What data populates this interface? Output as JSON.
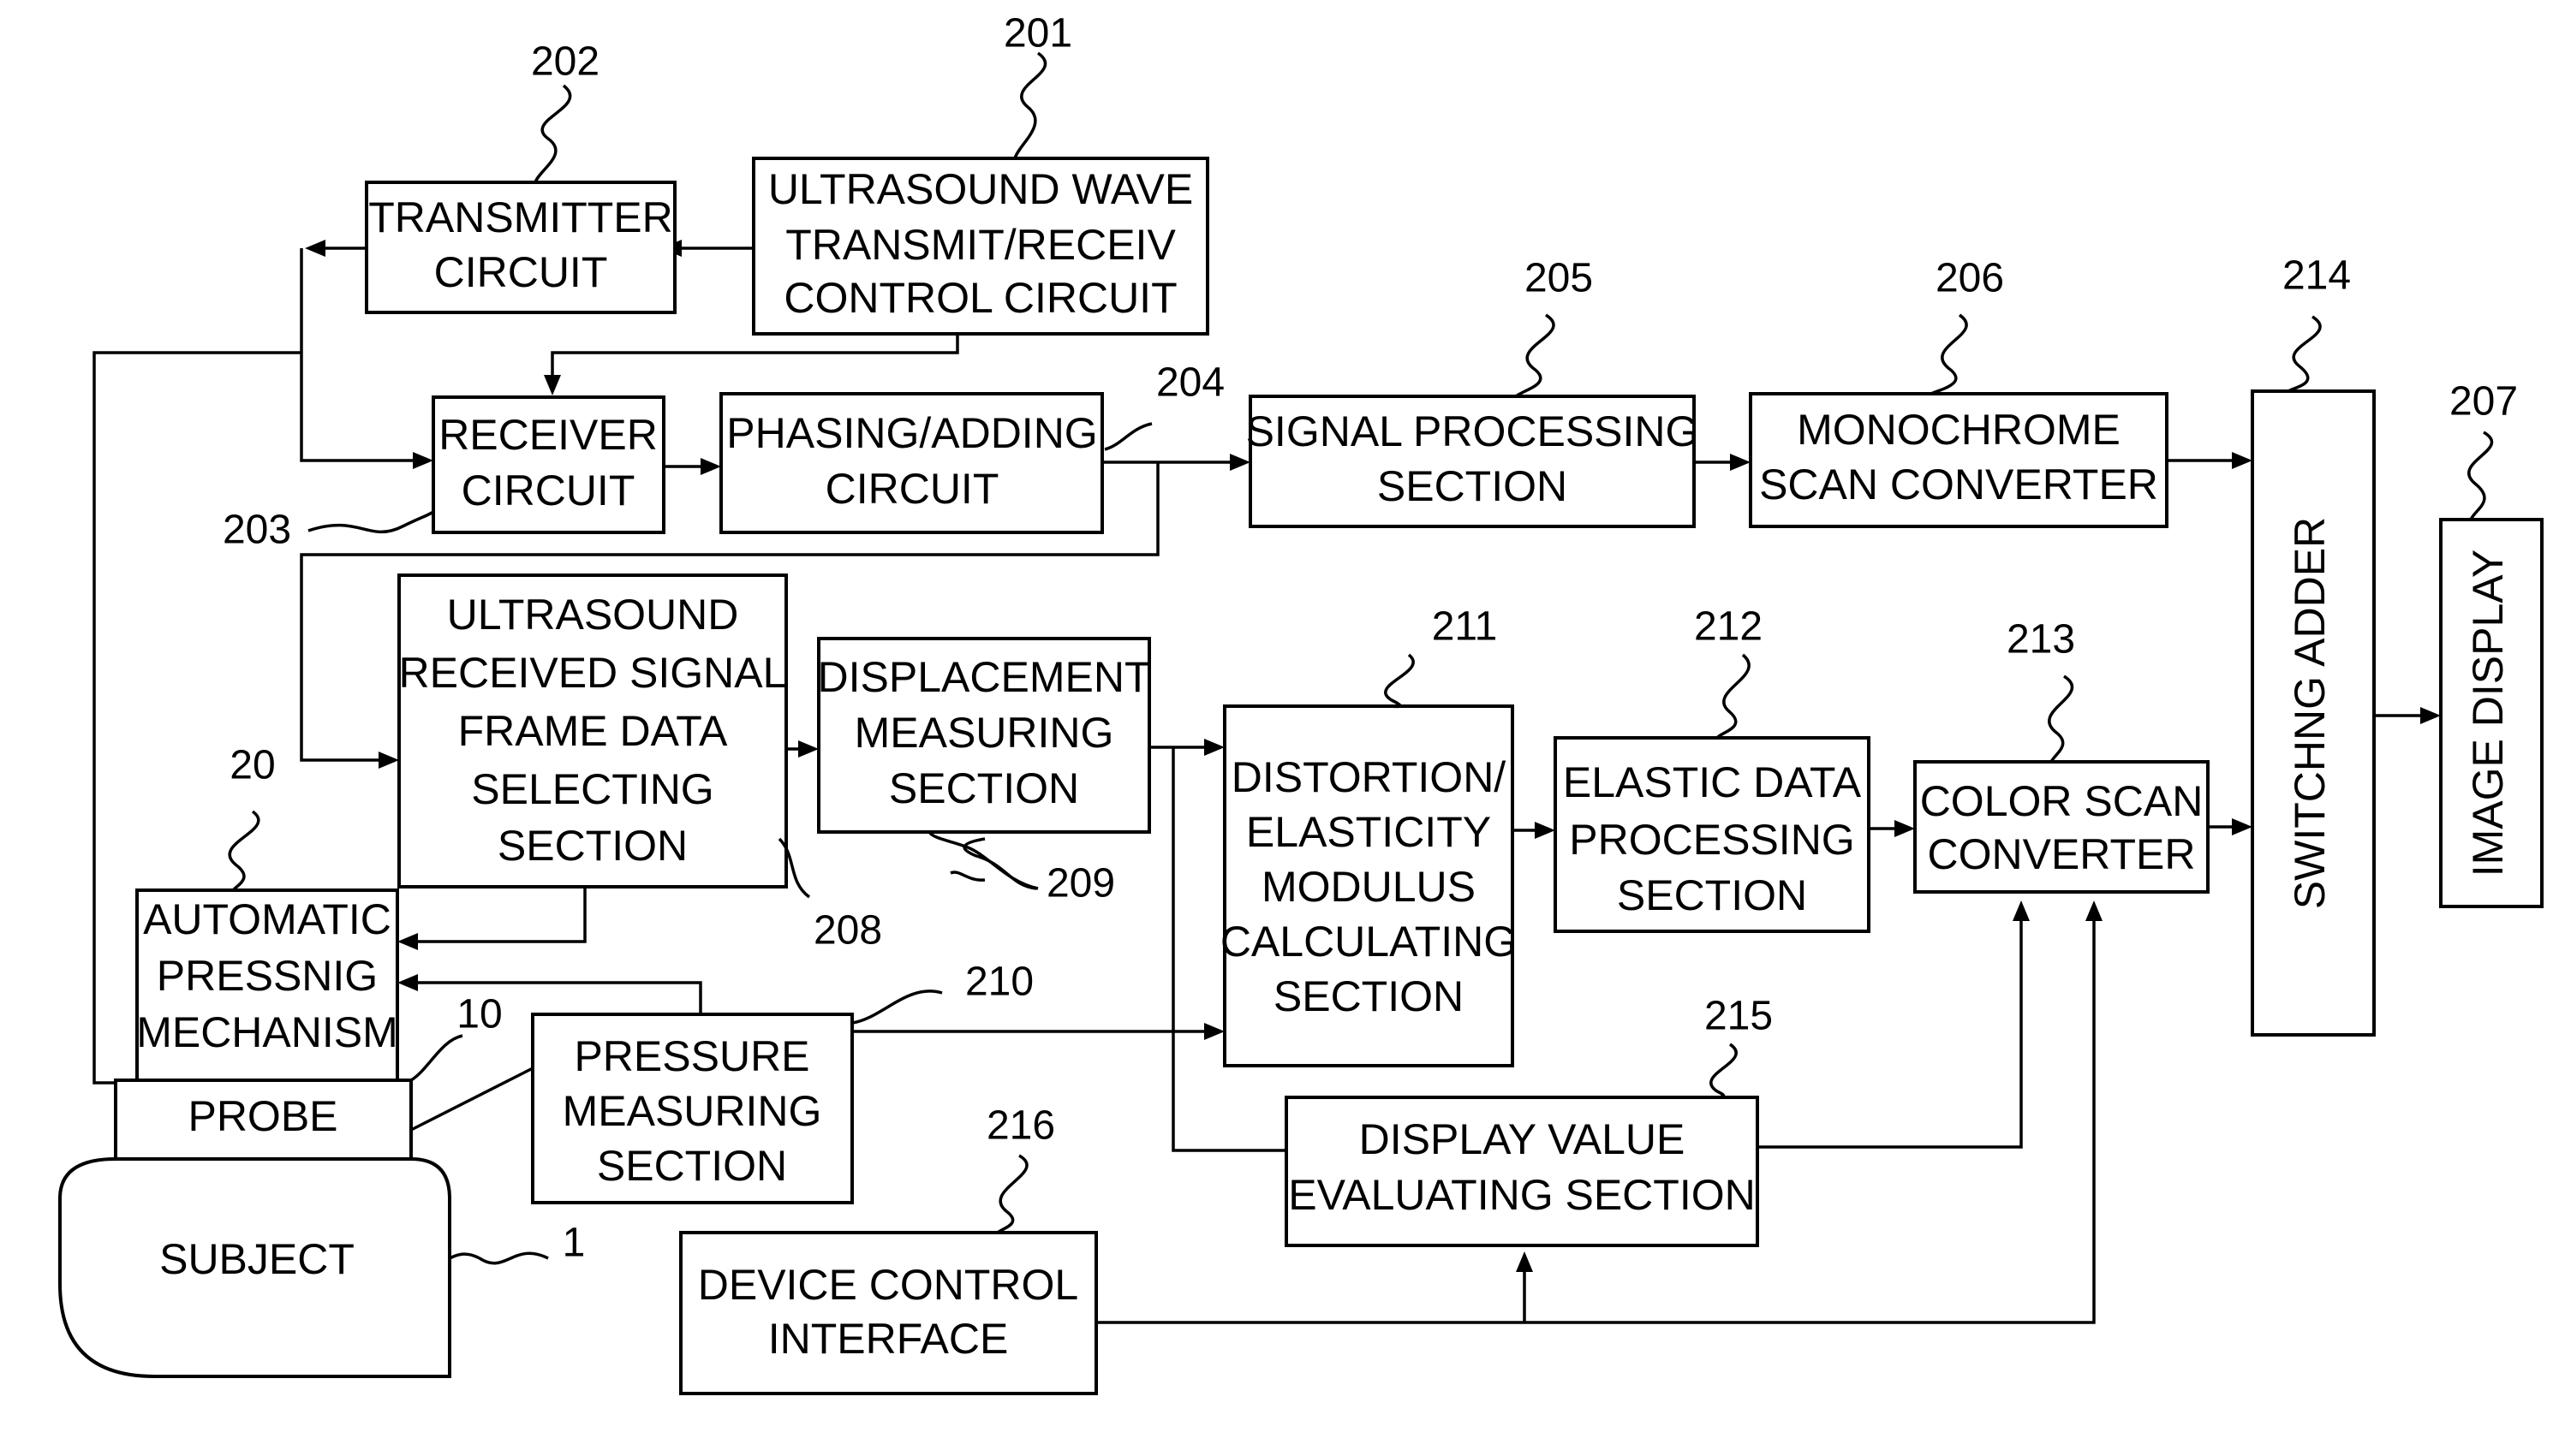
{
  "blocks": {
    "transmitter": {
      "ref": "202",
      "lines": [
        "TRANSMITTER",
        "CIRCUIT"
      ]
    },
    "control": {
      "ref": "201",
      "lines": [
        "ULTRASOUND WAVE",
        "TRANSMIT/RECEIV",
        "CONTROL CIRCUIT"
      ]
    },
    "receiver": {
      "ref": "203",
      "lines": [
        "RECEIVER",
        "CIRCUIT"
      ]
    },
    "phasing": {
      "ref": "204",
      "lines": [
        "PHASING/ADDING",
        "CIRCUIT"
      ]
    },
    "signal": {
      "ref": "205",
      "lines": [
        "SIGNAL PROCESSING",
        "SECTION"
      ]
    },
    "mono": {
      "ref": "206",
      "lines": [
        "MONOCHROME",
        "SCAN CONVERTER"
      ]
    },
    "adder": {
      "ref": "214",
      "lines": [
        "SWITCHNG ADDER"
      ]
    },
    "display": {
      "ref": "207",
      "lines": [
        "IMAGE DISPLAY"
      ]
    },
    "frame": {
      "ref": "208",
      "lines": [
        "ULTRASOUND",
        "RECEIVED SIGNAL",
        "FRAME DATA",
        "SELECTING",
        "SECTION"
      ]
    },
    "displacement": {
      "ref": "209",
      "lines": [
        "DISPLACEMENT",
        "MEASURING",
        "SECTION"
      ]
    },
    "distortion": {
      "ref": "211",
      "lines": [
        "DISTORTION/",
        "ELASTICITY",
        "MODULUS",
        "CALCULATING",
        "SECTION"
      ]
    },
    "elastic": {
      "ref": "212",
      "lines": [
        "ELASTIC DATA",
        "PROCESSING",
        "SECTION"
      ]
    },
    "colorscan": {
      "ref": "213",
      "lines": [
        "COLOR SCAN",
        "CONVERTER"
      ]
    },
    "pressing": {
      "ref": "20",
      "lines": [
        "AUTOMATIC",
        "PRESSNIG",
        "MECHANISM"
      ]
    },
    "probe": {
      "ref": "10",
      "lines": [
        "PROBE"
      ]
    },
    "pressure": {
      "ref": "210",
      "lines": [
        "PRESSURE",
        "MEASURING",
        "SECTION"
      ]
    },
    "evaluating": {
      "ref": "215",
      "lines": [
        "DISPLAY VALUE",
        "EVALUATING SECTION"
      ]
    },
    "interface": {
      "ref": "216",
      "lines": [
        "DEVICE CONTROL",
        "INTERFACE"
      ]
    },
    "subject": {
      "ref": "1",
      "lines": [
        "SUBJECT"
      ]
    }
  }
}
